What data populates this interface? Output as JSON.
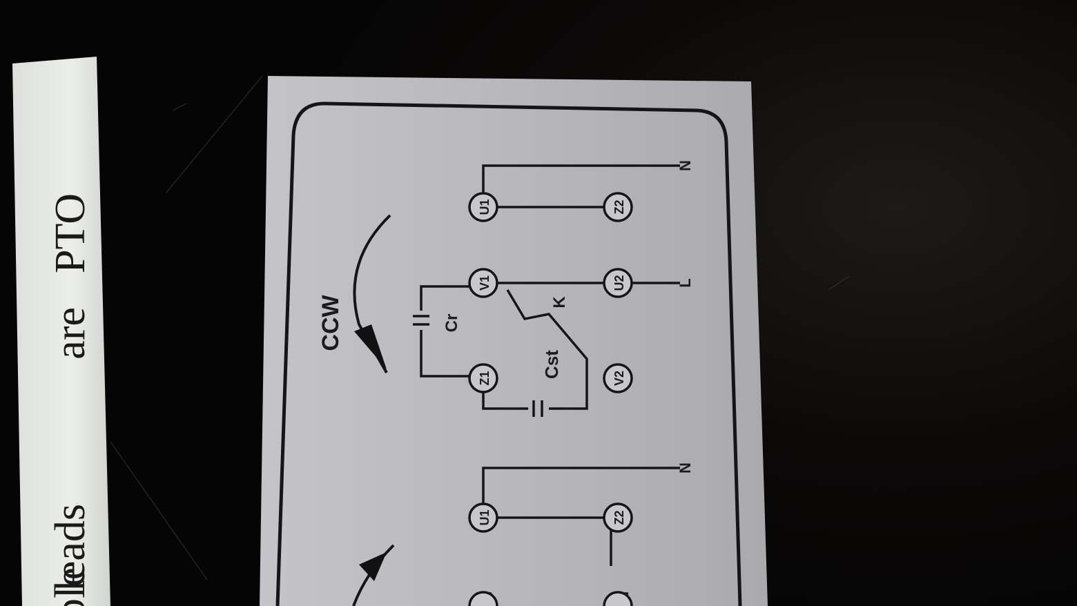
{
  "strip": {
    "words": [
      "ble",
      "leads",
      "are",
      "PTO"
    ]
  },
  "plate": {
    "direction_label": "CCW",
    "terminals": {
      "u1": "U1",
      "v1": "V1",
      "z1": "Z1",
      "z2": "Z2",
      "u2": "U2",
      "v2": "V2"
    },
    "capacitor_run": "Cr",
    "capacitor_start": "Cst",
    "switch": "K",
    "line": "L",
    "neutral": "N"
  },
  "colors": {
    "background": "#0a0808",
    "plate": "#b9b9bd",
    "strip": "#e6e8e4",
    "ink": "#1b1b1b"
  }
}
